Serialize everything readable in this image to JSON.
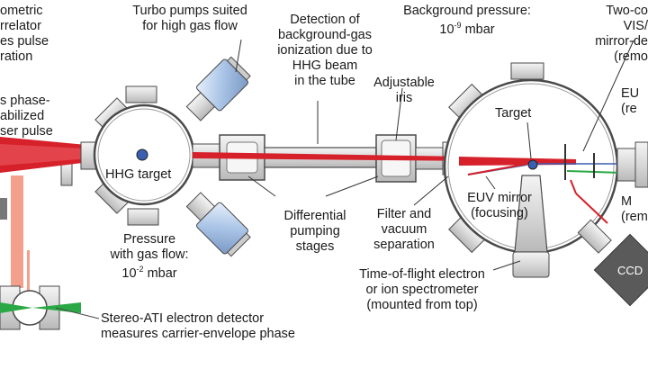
{
  "labels": {
    "interferometric_correlator": {
      "lines": [
        "ometric",
        "rrelator",
        "es pulse",
        "ration"
      ]
    },
    "phase_stabilized_pulse": {
      "lines": [
        "s phase-",
        "abilized",
        "ser pulse"
      ]
    },
    "turbo_pumps": {
      "lines": [
        "Turbo pumps suited",
        "for high gas flow"
      ]
    },
    "detection_background": {
      "lines": [
        "Detection of",
        "background-gas",
        "ionization due to",
        "HHG beam",
        "in the tube"
      ]
    },
    "background_pressure": {
      "line1": "Background pressure:",
      "mantissa": "10",
      "exponent": "-9",
      "unit": "mbar"
    },
    "two_color": {
      "lines": [
        "Two-co",
        "VIS/",
        "mirror-de",
        "(remo"
      ]
    },
    "adjustable_iris": {
      "lines": [
        "Adjustable",
        "iris"
      ]
    },
    "target": "Target",
    "euv_right": {
      "lines": [
        "EU",
        "(re"
      ]
    },
    "hhg_target": "HHG target",
    "euv_mirror": {
      "lines": [
        "EUV mirror",
        "(focusing)"
      ]
    },
    "m_right": {
      "lines": [
        "M",
        "(rem"
      ]
    },
    "differential_pumping": {
      "lines": [
        "Differential",
        "pumping",
        "stages"
      ]
    },
    "filter_vacuum": {
      "lines": [
        "Filter and",
        "vacuum",
        "separation"
      ]
    },
    "pressure_gas_flow": {
      "line1": "Pressure",
      "line2": "with gas flow:",
      "mantissa": "10",
      "exponent": "-2",
      "unit": "mbar"
    },
    "tof_spectrometer": {
      "lines": [
        "Time-of-flight electron",
        "or ion spectrometer",
        "(mounted from top)"
      ]
    },
    "ccd": "CCD",
    "stereo_ati": {
      "lines": [
        "Stereo-ATI electron detector",
        "measures carrier-envelope phase"
      ]
    }
  },
  "colors": {
    "laser_red": "#d6202a",
    "laser_pink": "#f2a08c",
    "euv_blue": "#3a5fb0",
    "green_beam": "#2aa845",
    "chamber_stroke": "#4a4a4a",
    "pump_blue": "#a9c4e6",
    "ccd_gray": "#5a5a5a"
  }
}
